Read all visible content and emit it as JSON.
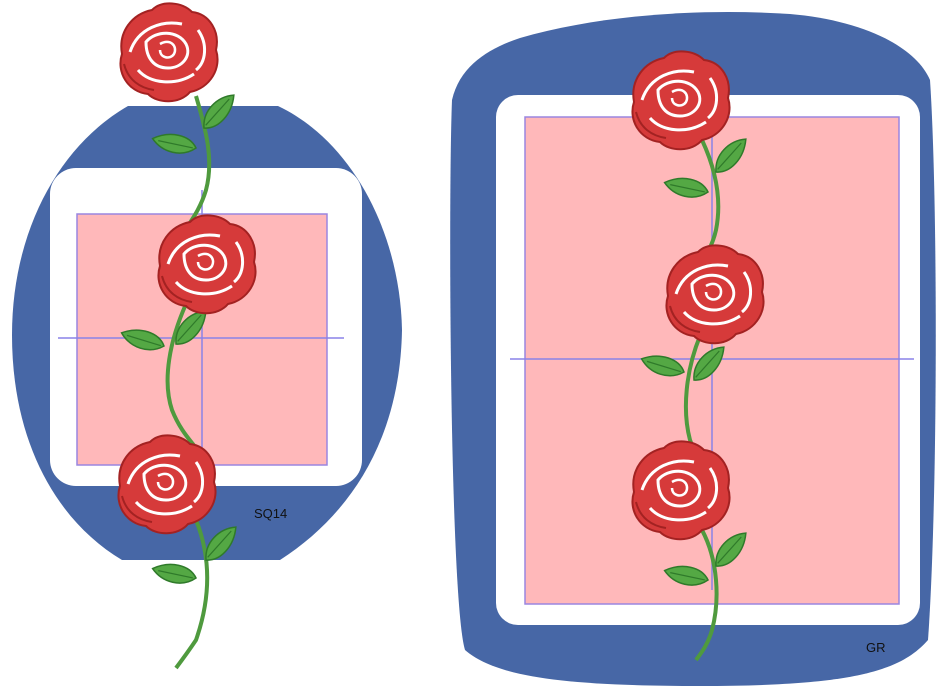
{
  "colors": {
    "hoop_frame": "#4767a6",
    "hoop_inner": "#ffffff",
    "sewing_field": "#ffb8ba",
    "sewing_field_border": "#9a86e0",
    "crosshair": "#8a82e8",
    "rose_petal": "#d63a3a",
    "rose_shadow": "#a32222",
    "rose_highlight": "#ffffff",
    "leaf": "#54a844",
    "leaf_dark": "#2f7a2a",
    "stem": "#4f9a3e"
  },
  "hoops": [
    {
      "label": "SQ14",
      "shape": "oval"
    },
    {
      "label": "GR",
      "shape": "rectangular"
    }
  ],
  "icons": [
    "rose-motif-icon",
    "leaf-icon",
    "stem-icon"
  ]
}
